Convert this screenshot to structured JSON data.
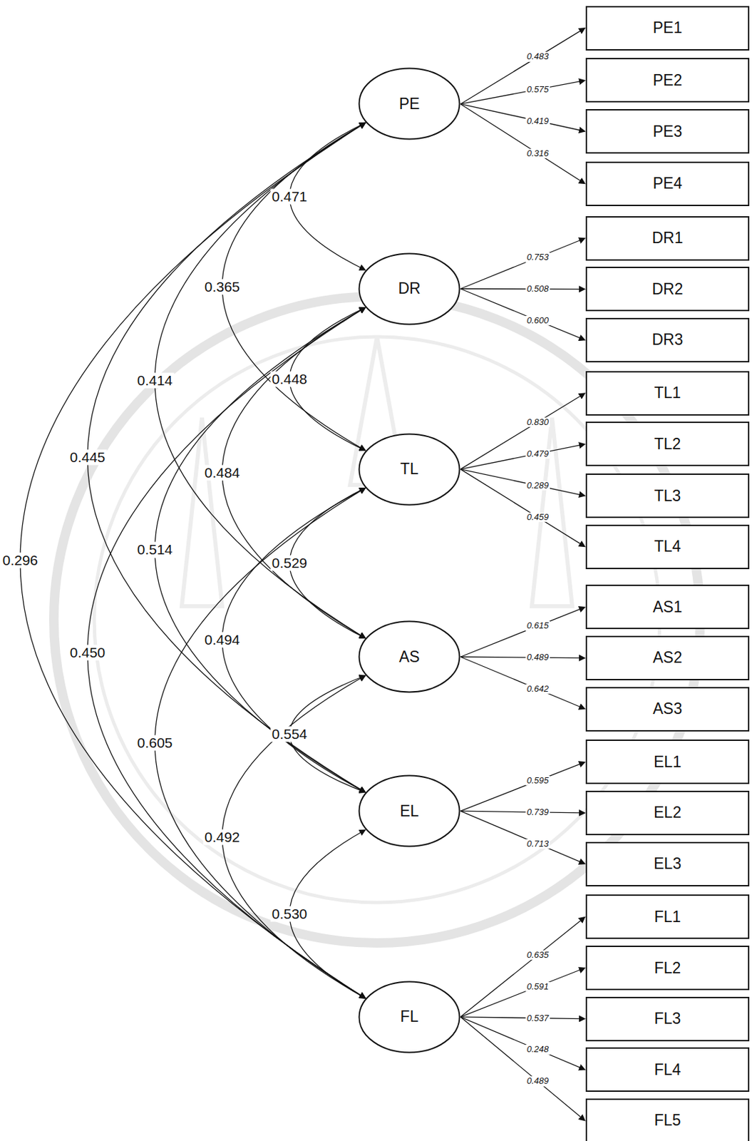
{
  "diagram": {
    "nodes": [
      {
        "text": [
          "PE"
        ]
      },
      {
        "text": [
          "PE1"
        ]
      },
      {
        "text": [
          "PE2"
        ]
      },
      {
        "text": [
          "PE3"
        ]
      },
      {
        "text": [
          "PE4"
        ]
      },
      {
        "text": [
          "DR"
        ]
      },
      {
        "text": [
          "DR1"
        ]
      },
      {
        "text": [
          "DR2"
        ]
      },
      {
        "text": [
          "DR3"
        ]
      },
      {
        "text": [
          "TL"
        ]
      },
      {
        "text": [
          "TL1"
        ]
      },
      {
        "text": [
          "TL2"
        ]
      },
      {
        "text": [
          "TL3"
        ]
      },
      {
        "text": [
          "TL4"
        ]
      },
      {
        "text": [
          "AS"
        ]
      },
      {
        "text": [
          "AS1"
        ]
      },
      {
        "text": [
          "AS2"
        ]
      },
      {
        "text": [
          "AS3"
        ]
      },
      {
        "text": [
          "EL"
        ]
      },
      {
        "text": [
          "EL1"
        ]
      },
      {
        "text": [
          "EL2"
        ]
      },
      {
        "text": [
          "EL3"
        ]
      },
      {
        "text": [
          "FL"
        ]
      },
      {
        "text": [
          "FL1"
        ]
      },
      {
        "text": [
          "FL2"
        ]
      },
      {
        "text": [
          "FL3"
        ]
      },
      {
        "text": [
          "FL4"
        ]
      },
      {
        "text": [
          "FL5"
        ]
      }
    ],
    "edges": [
      {
        "from": 0,
        "to": 1,
        "arrow": "to",
        "label": "0.483"
      },
      {
        "from": 0,
        "to": 2,
        "arrow": "to",
        "label": "0.575"
      },
      {
        "from": 0,
        "to": 3,
        "arrow": "to",
        "label": "0.419"
      },
      {
        "from": 0,
        "to": 4,
        "arrow": "to",
        "label": "0.316"
      },
      {
        "from": 5,
        "to": 6,
        "arrow": "to",
        "label": "0.753"
      },
      {
        "from": 5,
        "to": 7,
        "arrow": "to",
        "label": "0.508"
      },
      {
        "from": 5,
        "to": 8,
        "arrow": "to",
        "label": "0.600"
      },
      {
        "from": 9,
        "to": 10,
        "arrow": "to",
        "label": "0.830"
      },
      {
        "from": 9,
        "to": 11,
        "arrow": "to",
        "label": "0.479"
      },
      {
        "from": 9,
        "to": 12,
        "arrow": "to",
        "label": "0.289"
      },
      {
        "from": 9,
        "to": 13,
        "arrow": "to",
        "label": "0.459"
      },
      {
        "from": 14,
        "to": 15,
        "arrow": "to",
        "label": "0.615"
      },
      {
        "from": 14,
        "to": 16,
        "arrow": "to",
        "label": "0.489"
      },
      {
        "from": 14,
        "to": 17,
        "arrow": "to",
        "label": "0.642"
      },
      {
        "from": 18,
        "to": 19,
        "arrow": "to",
        "label": "0.595"
      },
      {
        "from": 18,
        "to": 20,
        "arrow": "to",
        "label": "0.739"
      },
      {
        "from": 18,
        "to": 21,
        "arrow": "to",
        "label": "0.713"
      },
      {
        "from": 22,
        "to": 23,
        "arrow": "to",
        "label": "0.635"
      },
      {
        "from": 22,
        "to": 24,
        "arrow": "to",
        "label": "0.591"
      },
      {
        "from": 22,
        "to": 25,
        "arrow": "to",
        "label": "0.537"
      },
      {
        "from": 22,
        "to": 26,
        "arrow": "to",
        "label": "0.248"
      },
      {
        "from": 22,
        "to": 27,
        "arrow": "to",
        "label": "0.489"
      },
      {
        "from": 0,
        "to": 5,
        "arrow": "both",
        "label": "0.471"
      },
      {
        "from": 0,
        "to": 9,
        "arrow": "both",
        "label": "0.365"
      },
      {
        "from": 0,
        "to": 14,
        "arrow": "both",
        "label": "0.414"
      },
      {
        "from": 0,
        "to": 18,
        "arrow": "both",
        "label": "0.445"
      },
      {
        "from": 0,
        "to": 22,
        "arrow": "both",
        "label": "0.296"
      },
      {
        "from": 5,
        "to": 9,
        "arrow": "both",
        "label": "0.448"
      },
      {
        "from": 5,
        "to": 14,
        "arrow": "both",
        "label": "0.484"
      },
      {
        "from": 5,
        "to": 18,
        "arrow": "both",
        "label": "0.514"
      },
      {
        "from": 5,
        "to": 22,
        "arrow": "both",
        "label": "0.450"
      },
      {
        "from": 9,
        "to": 14,
        "arrow": "both",
        "label": "0.529"
      },
      {
        "from": 9,
        "to": 18,
        "arrow": "both",
        "label": "0.494"
      },
      {
        "from": 9,
        "to": 22,
        "arrow": "both",
        "label": "0.605"
      },
      {
        "from": 14,
        "to": 18,
        "arrow": "both",
        "label": "0.554"
      },
      {
        "from": 14,
        "to": 22,
        "arrow": "both",
        "label": "0.492"
      },
      {
        "from": 18,
        "to": 22,
        "arrow": "both",
        "label": "0.530"
      }
    ]
  }
}
